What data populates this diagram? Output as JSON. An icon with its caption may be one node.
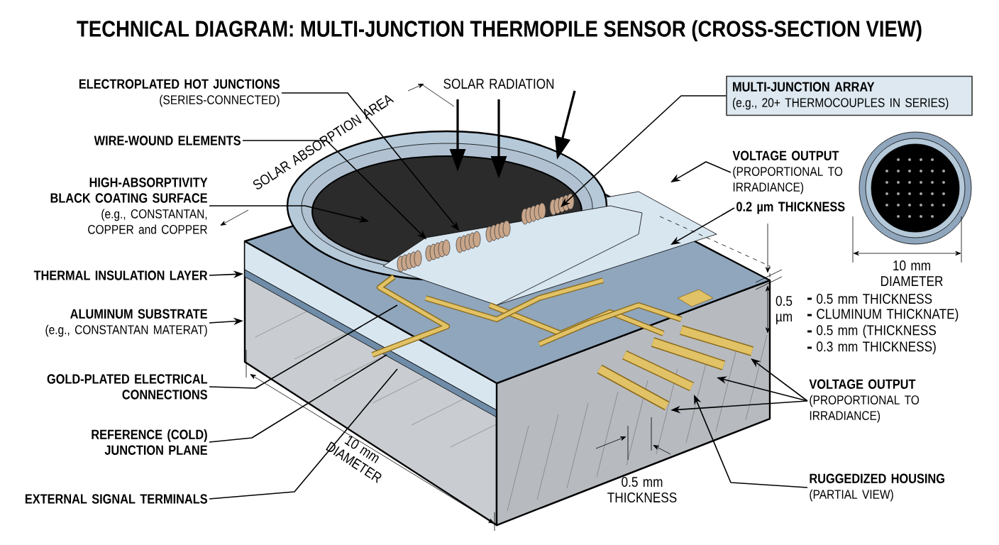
{
  "diagram": {
    "title": "TECHNICAL DIAGRAM: MULTI-JUNCTION THERMOPILE SENSOR (CROSS-SECTION VIEW)",
    "nodes": [
      {
        "text": [
          "ELECTROPLATED HOT JUNCTIONS",
          "(SERIES-CONNECTED)"
        ]
      },
      {
        "text": [
          "WIRE-WOUND ELEMENTS"
        ]
      },
      {
        "text": [
          "HIGH-ABSORPTIVITY BLACK COATING SURFACE",
          "(e.g., CONSTANTAN, COPPER and COPPER"
        ]
      },
      {
        "text": [
          "THERMAL INSULATION LAYER"
        ]
      },
      {
        "text": [
          "ALUMINUM SUBSTRATE",
          "(e.g., CONSTANTAN MATERAT)"
        ]
      },
      {
        "text": [
          "GOLD-PLATED ELECTRICAL CONNECTIONS"
        ]
      },
      {
        "text": [
          "REFERENCE (COLD) JUNCTION PLANE"
        ]
      },
      {
        "text": [
          "EXTERNAL SIGNAL TERMINALS"
        ]
      },
      {
        "text": [
          "MULTI-JUNCTION ARRAY",
          "(e.g., 20+ THERMOCOUPLES IN SERIES)"
        ]
      },
      {
        "text": [
          "VOLTAGE OUTPUT",
          "(PROPORTIONAL TO IRRADIANCE)"
        ]
      },
      {
        "text": [
          "0.2 µm THICKNESS"
        ]
      },
      {
        "text": [
          "VOLTAGE OUTPUT",
          "(PROPORTIONAL TO IRRADIANCE)"
        ]
      },
      {
        "text": [
          "RUGGEDIZED HOUSING",
          "(PARTIAL VIEW)"
        ]
      },
      {
        "text": [],
        "shape": "coil"
      },
      {
        "text": [],
        "shape": "coil"
      }
    ],
    "edges": [
      {
        "from": 0,
        "to": 14,
        "arrow": "to"
      },
      {
        "from": 1,
        "to": 13,
        "arrow": "to"
      },
      {
        "from": 2,
        "to": null,
        "arrow": "to"
      },
      {
        "from": 3,
        "to": null,
        "arrow": "to"
      },
      {
        "from": 4,
        "to": null,
        "arrow": "to"
      },
      {
        "from": 5,
        "to": null,
        "arrow": "none"
      },
      {
        "from": 6,
        "to": null,
        "arrow": "none"
      },
      {
        "from": 7,
        "to": null,
        "arrow": "none"
      },
      {
        "from": 8,
        "to": null,
        "arrow": "to"
      },
      {
        "from": 9,
        "to": null,
        "arrow": "to"
      },
      {
        "from": 10,
        "to": null,
        "arrow": "to"
      },
      {
        "from": 11,
        "to": null,
        "arrow": "to"
      },
      {
        "from": 11,
        "to": null,
        "arrow": "to"
      },
      {
        "from": 11,
        "to": null,
        "arrow": "to"
      },
      {
        "from": 12,
        "to": null,
        "arrow": "to"
      }
    ],
    "labels": [
      "SOLAR RADIATION",
      "SOLAR ABSORPTION AREA",
      "10 mm DIAMETER",
      "0.5 µm",
      "0.5 mm THICKNESS",
      "CLUMINUM THICKNATE)",
      "0.5 mm (THICKNESS",
      "0.3 mm THICKNESS)",
      "10 mm DIAMETER",
      "0.5 mm THICKNESS"
    ]
  }
}
